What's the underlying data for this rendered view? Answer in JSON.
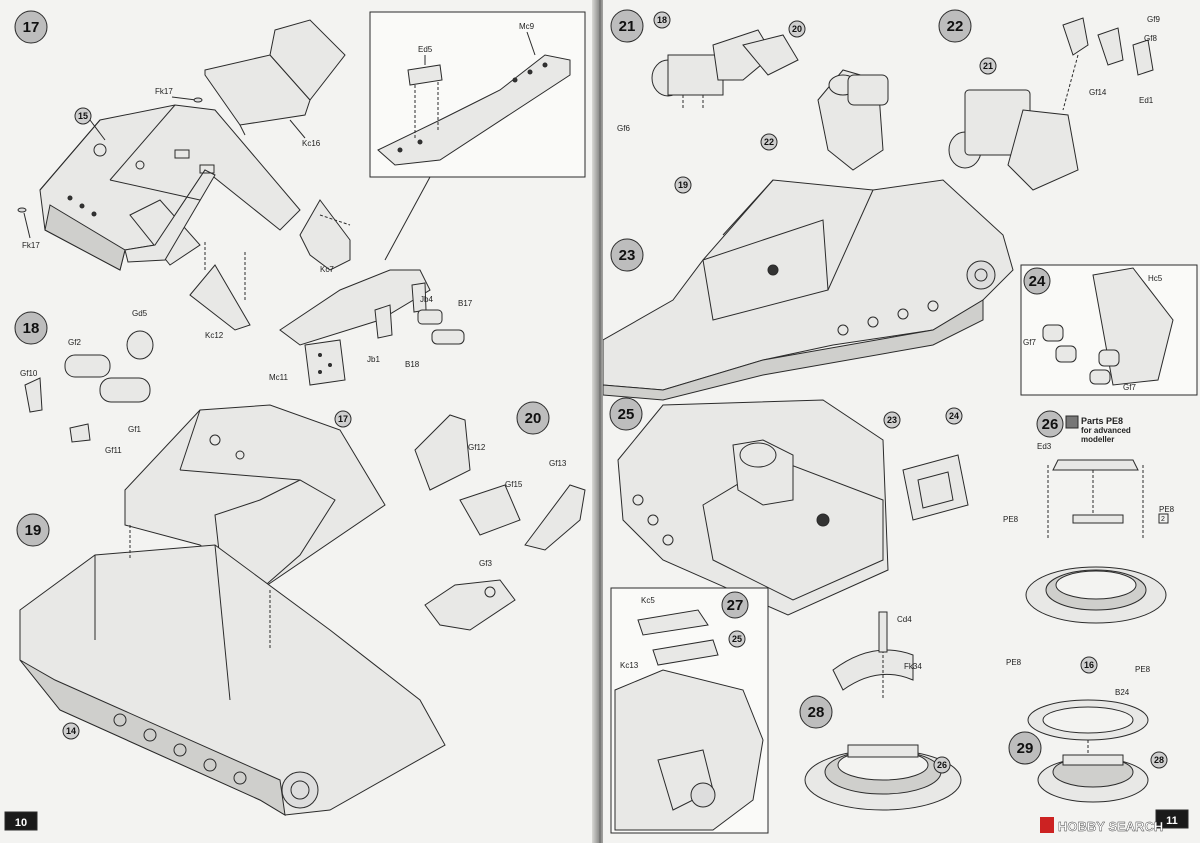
{
  "left_page": {
    "page_number": "10",
    "steps": {
      "s17": "17",
      "s18": "18",
      "s19": "19",
      "s20": "20"
    },
    "callouts": {
      "c15": "15",
      "c17": "17",
      "c14": "14"
    },
    "labels": {
      "Fk17a": "Fk17",
      "Fk17b": "Fk17",
      "Kc16": "Kc16",
      "Kc7": "Kc7",
      "Kc12": "Kc12",
      "Mc9": "Mc9",
      "Ed5": "Ed5",
      "Jb4": "Jb4",
      "B17": "B17",
      "Jb1": "Jb1",
      "B18": "B18",
      "Mc11": "Mc11",
      "Gd5": "Gd5",
      "Gf2": "Gf2",
      "Gf10": "Gf10",
      "Gf1": "Gf1",
      "Gf11": "Gf11",
      "Gf12": "Gf12",
      "Gf15": "Gf15",
      "Gf13": "Gf13",
      "Gf3": "Gf3"
    }
  },
  "right_page": {
    "page_number": "11",
    "steps": {
      "s21": "21",
      "s22": "22",
      "s23": "23",
      "s24": "24",
      "s25": "25",
      "s26": "26",
      "s27": "27",
      "s28": "28",
      "s29": "29"
    },
    "callouts": {
      "c18": "18",
      "c20": "20",
      "c22": "22",
      "c21": "21",
      "c19": "19",
      "c23": "23",
      "c24": "24",
      "c16": "16",
      "c25": "25",
      "c26": "26",
      "c28": "28"
    },
    "labels": {
      "Gf6": "Gf6",
      "Gf9": "Gf9",
      "Gf8": "Gf8",
      "Gf14": "Gf14",
      "Ed1": "Ed1",
      "Hc5": "Hc5",
      "Gf7a": "Gf7",
      "Gf7b": "Gf7",
      "Ed3": "Ed3",
      "PE8a": "PE8",
      "PE8b": "PE8",
      "PE8c": "PE8",
      "PE8d": "PE8",
      "Kc5": "Kc5",
      "Kc13": "Kc13",
      "Cd4": "Cd4",
      "Fk34": "Fk34",
      "B24": "B24"
    },
    "pe_note": {
      "line1": "Parts PE8",
      "line2": "for advanced",
      "line3": "modeller"
    },
    "count_badges": {
      "x2": "2"
    }
  },
  "watermark": "HOBBY SEARCH",
  "colors": {
    "paper": "#f3f3f1",
    "step_circle": "#bdbdbd",
    "line": "#2b2b2b"
  }
}
